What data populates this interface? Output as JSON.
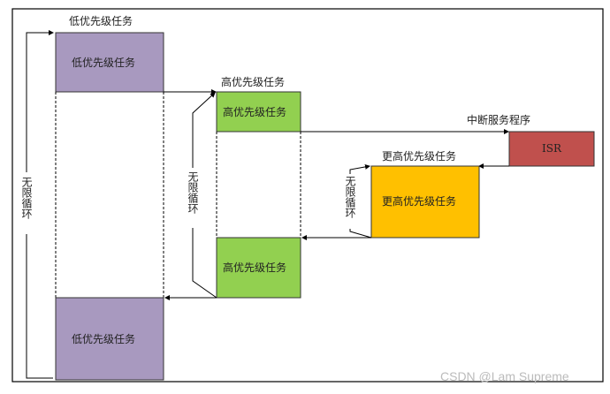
{
  "diagram": {
    "colors": {
      "low": "#a899bf",
      "high": "#92d050",
      "higher": "#ffc000",
      "isr": "#c0504d",
      "line": "#000000"
    },
    "low_task_top_label": "低优先级任务",
    "low_task_top": "低优先级任务",
    "low_task_bottom": "低优先级任务",
    "high_task_top_label": "高优先级任务",
    "high_task_top": "高优先级任务",
    "high_task_bottom": "高优先级任务",
    "higher_task_label": "更高优先级任务",
    "higher_task": "更高优先级任务",
    "isr_label": "中断服务程序",
    "isr": "ISR",
    "loop_outer": "无限循环",
    "loop_middle": "无限循环",
    "loop_inner": "无限循环"
  },
  "watermark": "CSDN @Lam Supreme"
}
